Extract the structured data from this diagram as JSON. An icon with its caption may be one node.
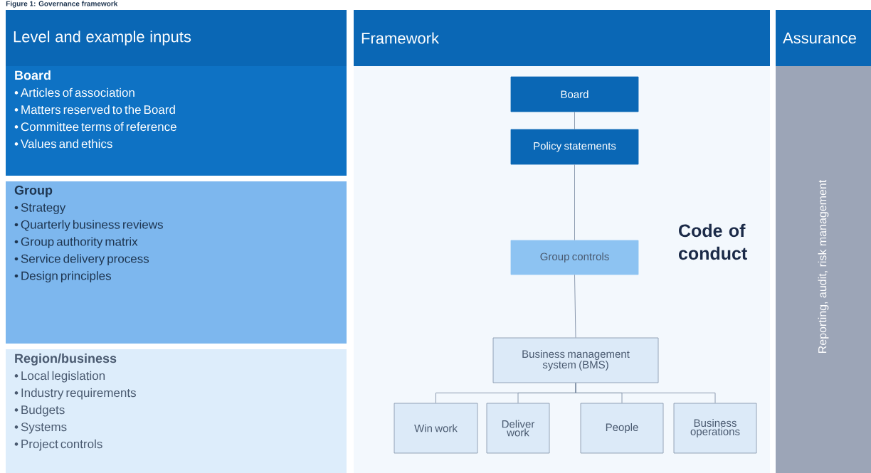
{
  "diagram": {
    "title": "Figure 1: Governance framework",
    "nodes": [
      {
        "text": [
          "Level and example inputs"
        ]
      },
      {
        "text": [
          "Board",
          "• Articles of association",
          "• Matters reserved to the Board",
          "• Committee terms of reference",
          "• Values and ethics"
        ]
      },
      {
        "text": [
          "Group",
          "• Strategy",
          "• Quarterly business reviews",
          "• Group authority matrix",
          "• Service delivery process",
          "• Design principles"
        ]
      },
      {
        "text": [
          "Region/business",
          "• Local legislation",
          "• Industry requirements",
          "• Budgets",
          "• Systems",
          "• Project controls"
        ]
      },
      {
        "text": [
          "Framework"
        ]
      },
      {
        "text": [
          "Board"
        ]
      },
      {
        "text": [
          "Policy statements"
        ]
      },
      {
        "text": [
          "Group controls"
        ]
      },
      {
        "text": [
          "Business management system (BMS)"
        ]
      },
      {
        "text": [
          "Win work"
        ]
      },
      {
        "text": [
          "Deliver work"
        ]
      },
      {
        "text": [
          "People"
        ]
      },
      {
        "text": [
          "Business operations"
        ]
      },
      {
        "text": [
          "Assurance"
        ]
      },
      {
        "text": [
          "Reporting, audit, risk management"
        ]
      }
    ],
    "edges": [
      {
        "from": 5,
        "to": 6,
        "arrow": "none"
      },
      {
        "from": 6,
        "to": 7,
        "arrow": "none"
      },
      {
        "from": 7,
        "to": 8,
        "arrow": "none"
      },
      {
        "from": 8,
        "to": 9,
        "arrow": "none"
      },
      {
        "from": 8,
        "to": 10,
        "arrow": "none"
      },
      {
        "from": 8,
        "to": 11,
        "arrow": "none"
      },
      {
        "from": 8,
        "to": 12,
        "arrow": "none"
      }
    ],
    "labels": [
      "Code of conduct"
    ]
  }
}
